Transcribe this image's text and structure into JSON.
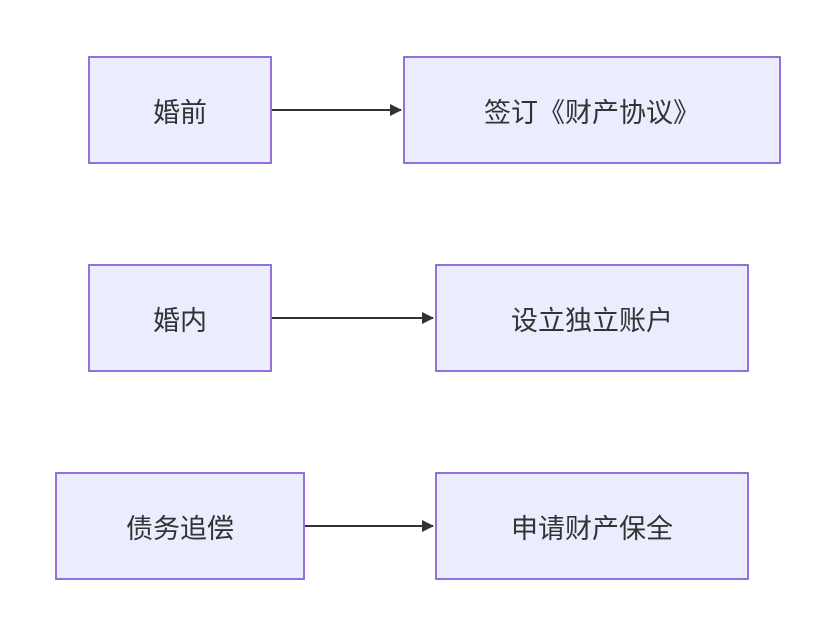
{
  "colors": {
    "node_fill": "#ececff",
    "node_border": "#9370db",
    "text": "#333333",
    "edge": "#333333"
  },
  "flows": [
    {
      "from": "婚前",
      "to": "签订《财产协议》"
    },
    {
      "from": "婚内",
      "to": "设立独立账户"
    },
    {
      "from": "债务追偿",
      "to": "申请财产保全"
    }
  ]
}
